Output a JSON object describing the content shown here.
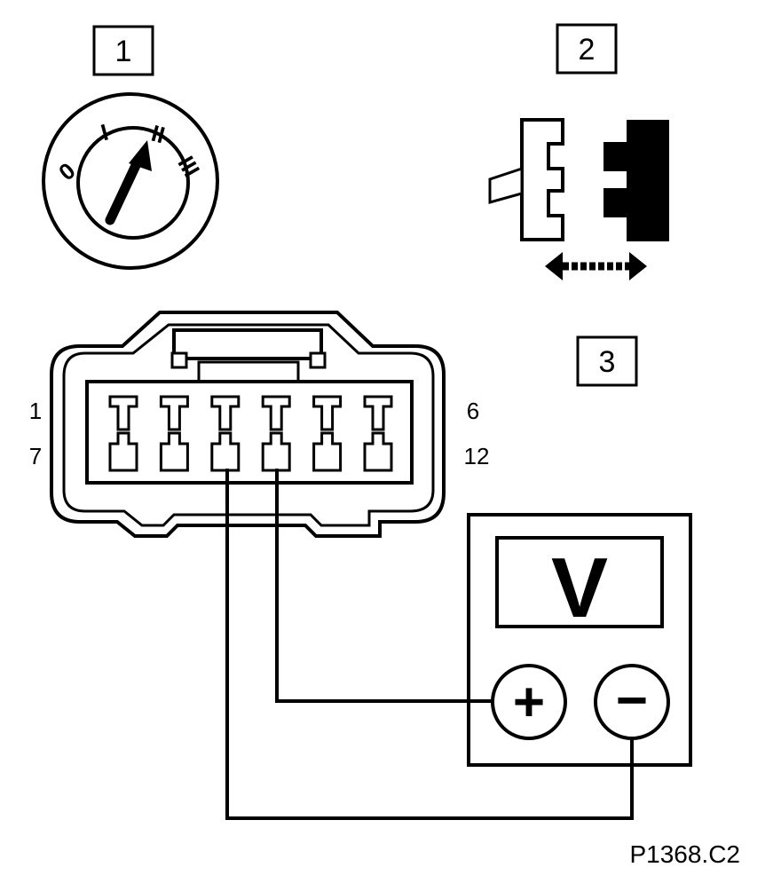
{
  "step_labels": [
    "1",
    "2",
    "3"
  ],
  "ignition_positions": [
    "0",
    "I",
    "II",
    "III"
  ],
  "connector": {
    "pin_labels": {
      "top_left": "1",
      "top_right": "6",
      "bottom_left": "7",
      "bottom_right": "12"
    },
    "pin_count": 12
  },
  "voltmeter": {
    "display": "V",
    "positive_label": "+",
    "negative_label": "−"
  },
  "reference_code": "P1368.C2",
  "colors": {
    "ink": "#000000",
    "background": "#ffffff"
  }
}
